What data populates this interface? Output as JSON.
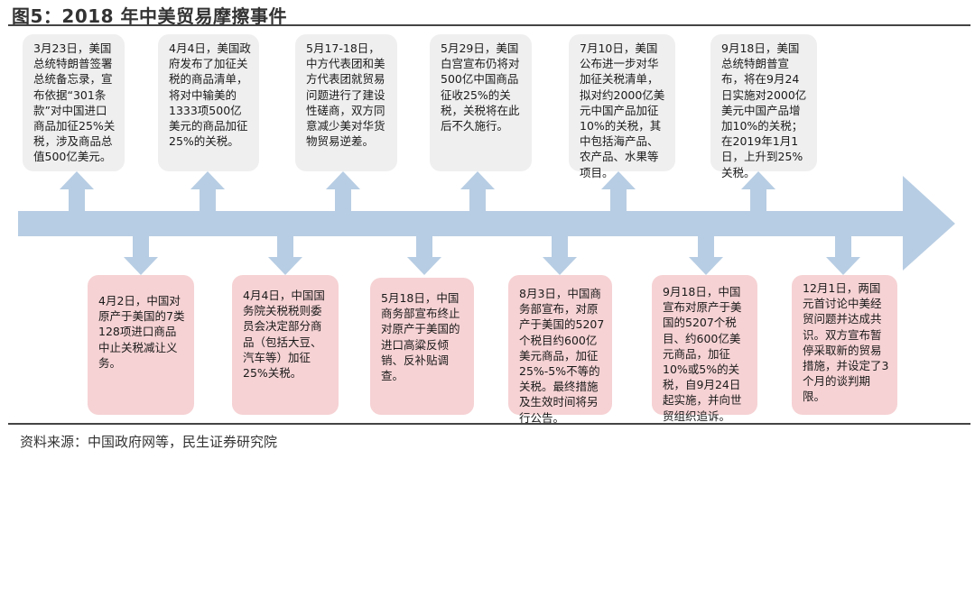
{
  "title": "图5：2018 年中美贸易摩擦事件",
  "source": "资料来源：中国政府网等，民生证券研究院",
  "colors": {
    "arrow": "#b7cde3",
    "top_box": "#efefef",
    "bottom_box": "#f6d2d4"
  },
  "top_events": [
    {
      "text": "3月23日，美国总统特朗普签署总统备忘录，宣布依据“301条款”对中国进口商品加征25%关税，涉及商品总值500亿美元。"
    },
    {
      "text": "4月4日，美国政府发布了加征关税的商品清单，将对中输美的1333项500亿美元的商品加征25%的关税。"
    },
    {
      "text": "5月17-18日，中方代表团和美方代表团就贸易问题进行了建设性磋商，双方同意减少美对华货物贸易逆差。"
    },
    {
      "text": "5月29日，美国白宫宣布仍将对500亿中国商品征收25%的关税，关税将在此后不久施行。"
    },
    {
      "text": "7月10日，美国公布进一步对华加征关税清单，拟对约2000亿美元中国产品加征10%的关税，其中包括海产品、农产品、水果等项目。"
    },
    {
      "text": "9月18日，美国总统特朗普宣布，将在9月24日实施对2000亿美元中国产品增加10%的关税；在2019年1月1日，上升到25%关税。"
    }
  ],
  "bottom_events": [
    {
      "text": "4月2日，中国对原产于美国的7类128项进口商品中止关税减让义务。"
    },
    {
      "text": "4月4日，中国国务院关税税则委员会决定部分商品（包括大豆、汽车等）加征25%关税。"
    },
    {
      "text": "5月18日，中国商务部宣布终止对原产于美国的进口高粱反倾销、反补贴调查。"
    },
    {
      "text": "8月3日，中国商务部宣布，对原产于美国的5207个税目约600亿美元商品，加征25%-5%不等的关税。最终措施及生效时间将另行公告。"
    },
    {
      "text": "9月18日，中国宣布对原产于美国的5207个税目、约600亿美元商品，加征10%或5%的关税，自9月24日起实施，并向世贸组织追诉。"
    },
    {
      "text": "12月1日，两国元首讨论中美经贸问题并达成共识。双方宣布暂停采取新的贸易措施，并设定了3个月的谈判期限。"
    }
  ]
}
